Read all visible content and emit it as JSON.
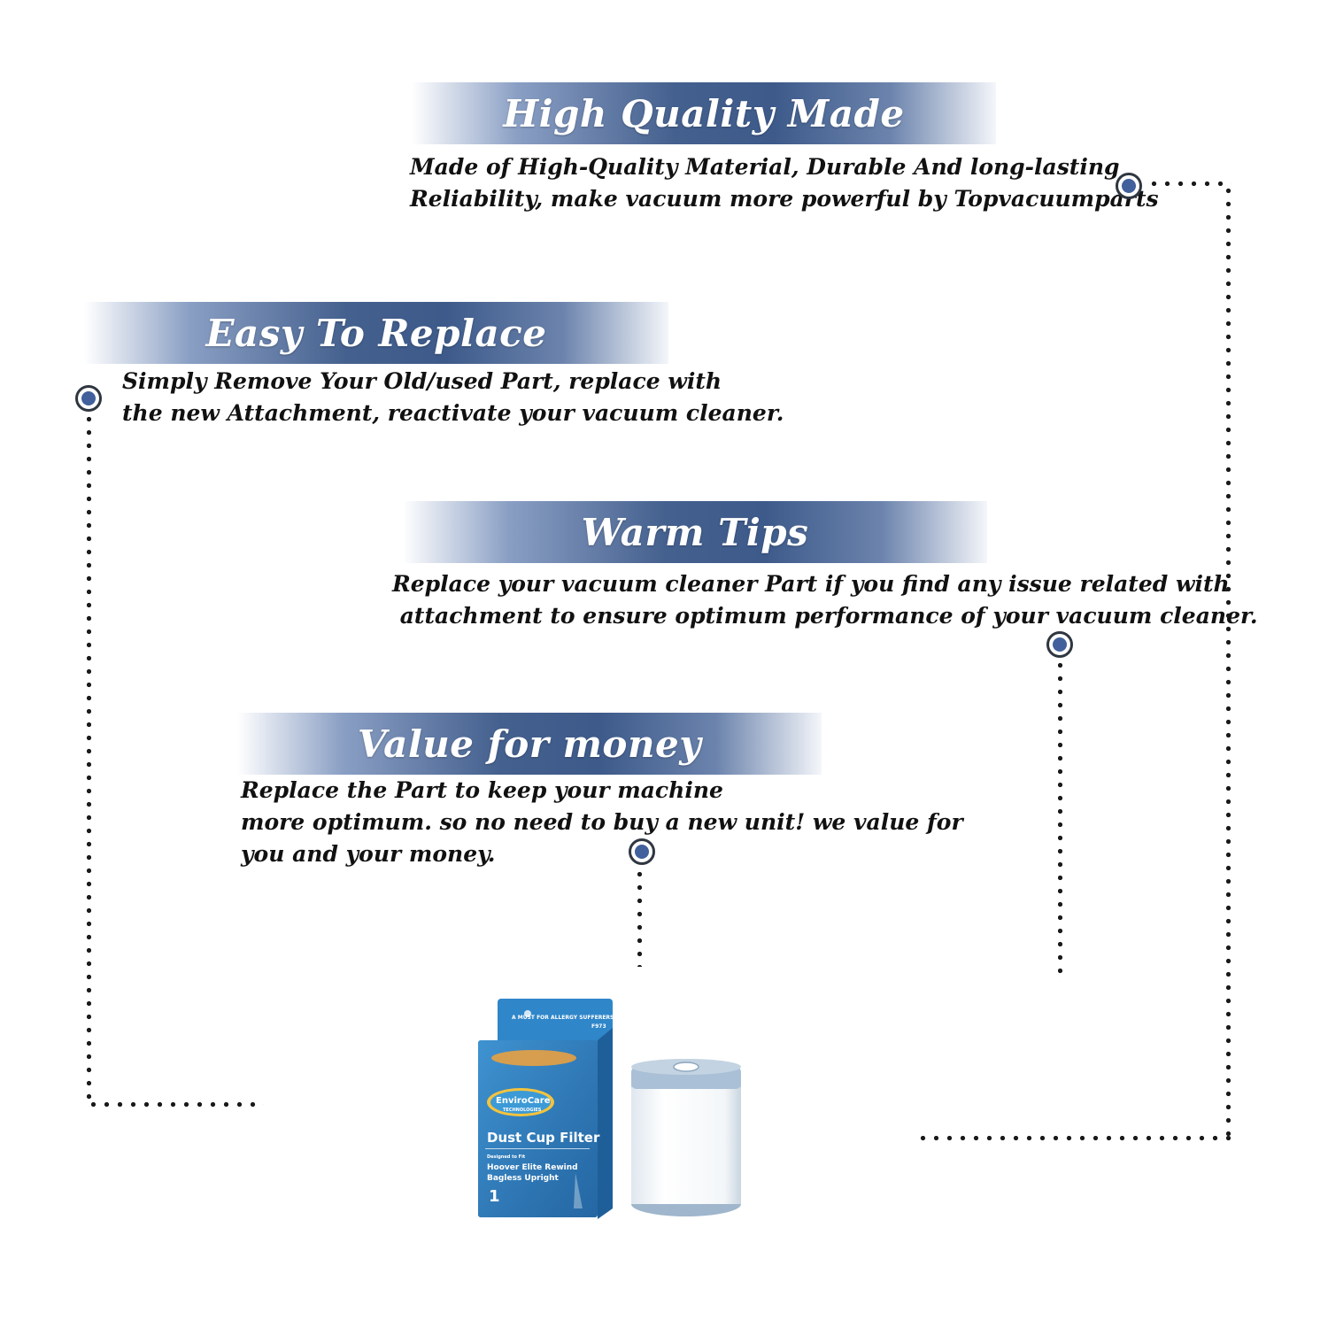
{
  "sections": [
    {
      "title": "High Quality Made",
      "lines": [
        "Made of  High-Quality Material, Durable And long-lasting",
        "Reliability, make vacuum more powerful by Topvacuumparts"
      ]
    },
    {
      "title": "Easy To Replace",
      "lines": [
        "Simply Remove Your Old/used Part, replace with",
        "the new Attachment, reactivate your vacuum cleaner."
      ]
    },
    {
      "title": "Warm Tips",
      "lines": [
        "Replace your vacuum cleaner Part if you find any issue related with",
        " attachment to ensure optimum performance of your vacuum cleaner."
      ]
    },
    {
      "title": "Value for money",
      "lines": [
        "Replace the Part to keep your machine",
        "more optimum. so no need to buy a new unit! we value for",
        "you and your money."
      ]
    }
  ],
  "product": {
    "box": {
      "top_note": "A MUST FOR ALLERGY SUFFERERS!!",
      "code": "F973",
      "brand": "EnviroCare",
      "brand_sub": "TECHNOLOGIES",
      "name": "Dust Cup Filter",
      "designed_for": "Designed to Fit",
      "model_line_1": "Hoover Elite Rewind",
      "model_line_2": "Bagless Upright",
      "count": "1"
    },
    "colors": {
      "box_blue": "#2f7fc1",
      "box_dark": "#1e5f99",
      "filter_cap": "#a9c0d6",
      "accent": "#41609c"
    }
  }
}
